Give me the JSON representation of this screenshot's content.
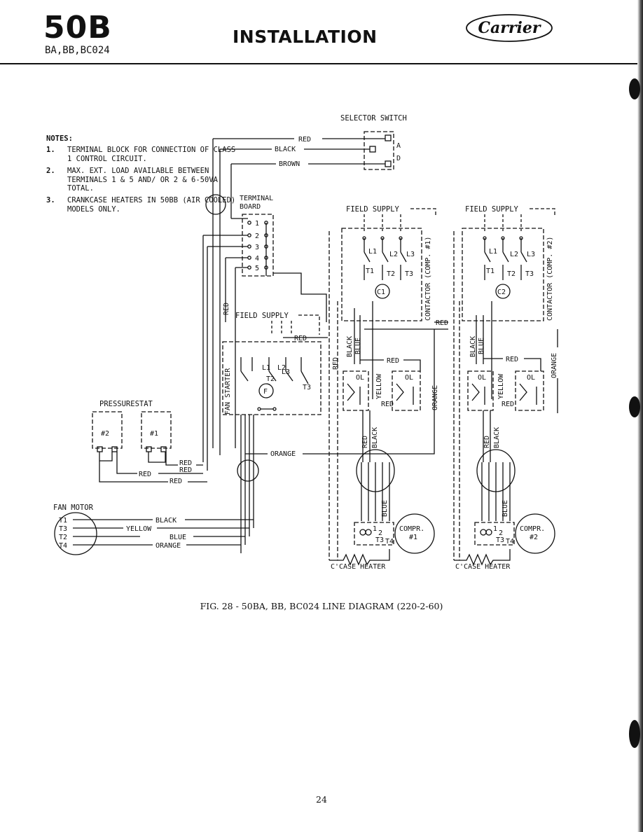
{
  "header": {
    "model": "50B",
    "models": "BA,BB,BC024",
    "title": "INSTALLATION",
    "brand": "Carrier"
  },
  "notes": {
    "heading": "NOTES:",
    "items": [
      {
        "num": "1.",
        "text": "TERMINAL BLOCK FOR CONNECTION OF CLASS 1 CONTROL CIRCUIT."
      },
      {
        "num": "2.",
        "text": "MAX. EXT. LOAD AVAILABLE BETWEEN TERMINALS 1 & 5 AND/ OR 2 & 6-50VA TOTAL."
      },
      {
        "num": "3.",
        "text": "CRANKCASE HEATERS IN 50BB (AIR COOLED) MODELS ONLY."
      }
    ]
  },
  "diagram": {
    "selector_switch": "SELECTOR SWITCH",
    "terminal_board": [
      "TERMINAL",
      "BOARD"
    ],
    "terminals": [
      "1",
      "2",
      "3",
      "4",
      "5"
    ],
    "field_supply": "FIELD SUPPLY",
    "pressurestat": "PRESSURESTAT",
    "pstat_units": [
      "#2",
      "#1"
    ],
    "fan_motor": "FAN MOTOR",
    "fan_motor_terminals": [
      "T1",
      "T3",
      "T2",
      "T4"
    ],
    "fan_starter": "FAN STARTER",
    "contactor_1": "CONTACTOR (COMP. #1)",
    "contactor_2": "CONTACTOR (COMP. #2)",
    "coil_1": "C1",
    "coil_2": "C2",
    "fan_coil": "F",
    "compressors": [
      {
        "name": "COMPR.",
        "num": "#1"
      },
      {
        "name": "COMPR.",
        "num": "#2"
      }
    ],
    "crankcase_heater": "C'CASE HEATER",
    "overload": "OL",
    "switch_positions": [
      "A",
      "D"
    ],
    "wires": {
      "red": "RED",
      "black": "BLACK",
      "brown": "BROWN",
      "yellow": "YELLOW",
      "blue": "BLUE",
      "orange": "ORANGE"
    },
    "line_terms": [
      "L1",
      "L2",
      "L3"
    ],
    "load_terms": [
      "T1",
      "T2",
      "T3"
    ],
    "comp_terms": [
      "T1",
      "T3",
      "T4",
      "T2"
    ],
    "comp_pins": [
      "1",
      "2"
    ]
  },
  "caption": "FIG. 28 - 50BA, BB, BC024 LINE DIAGRAM (220-2-60)",
  "page_number": "24"
}
